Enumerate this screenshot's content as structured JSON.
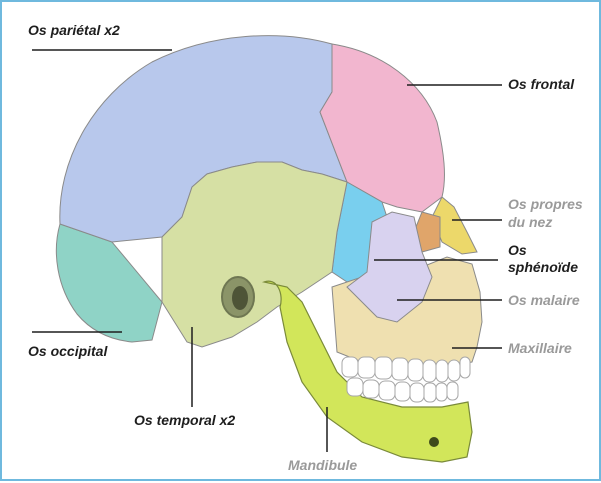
{
  "labels": {
    "parietal": "Os pariétal x2",
    "frontal": "Os frontal",
    "nasal_line1": "Os propres",
    "nasal_line2": "du nez",
    "sphenoid_line1": "Os",
    "sphenoid_line2": "sphénoïde",
    "zygomatic": "Os malaire",
    "maxilla": "Maxillaire",
    "occipital": "Os occipital",
    "temporal": "Os temporal x2",
    "mandible": "Mandibule"
  },
  "colors": {
    "border": "#6fb9de",
    "parietal": "#b8c8ec",
    "frontal": "#f2b6cf",
    "occipital": "#8fd3c6",
    "temporal": "#d6e0a4",
    "sphenoid": "#79cfee",
    "nasal": "#ecd86a",
    "zygomatic": "#d8d2ef",
    "maxilla": "#efe0b0",
    "mandible": "#d2e65a",
    "teeth": "#ffffff",
    "label_dark": "#1e1e1e",
    "label_grey": "#9a9a9a"
  }
}
